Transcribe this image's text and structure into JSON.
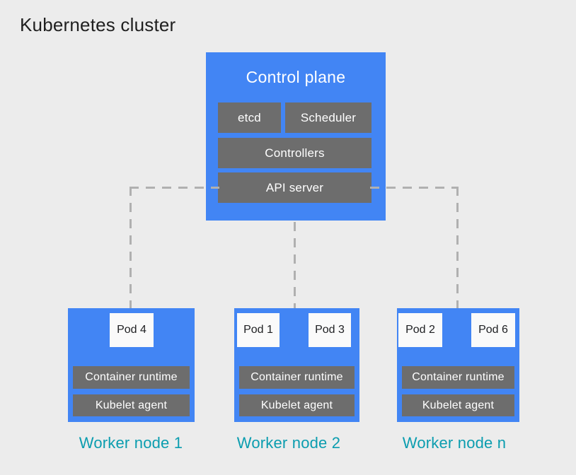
{
  "title": "Kubernetes cluster",
  "colors": {
    "background": "#ECECEC",
    "node_blue": "#4285F4",
    "component_gray": "#6D6D6D",
    "pod_white": "#FAFAFA",
    "worker_label_teal": "#0B9DAF",
    "connector_gray": "#B0B0B0",
    "title_text": "#1F1F1F",
    "pod_text": "#202124",
    "component_text": "#FFFFFF"
  },
  "control_plane": {
    "label": "Control plane",
    "etcd": "etcd",
    "scheduler": "Scheduler",
    "controllers": "Controllers",
    "api_server": "API server"
  },
  "worker_nodes": [
    {
      "label": "Worker node 1",
      "pods": [
        "Pod 4"
      ],
      "container_runtime": "Container runtime",
      "kubelet": "Kubelet agent"
    },
    {
      "label": "Worker node 2",
      "pods": [
        "Pod 1",
        "Pod 3"
      ],
      "container_runtime": "Container runtime",
      "kubelet": "Kubelet agent"
    },
    {
      "label": "Worker node n",
      "pods": [
        "Pod 2",
        "Pod 6"
      ],
      "container_runtime": "Container runtime",
      "kubelet": "Kubelet agent"
    }
  ]
}
